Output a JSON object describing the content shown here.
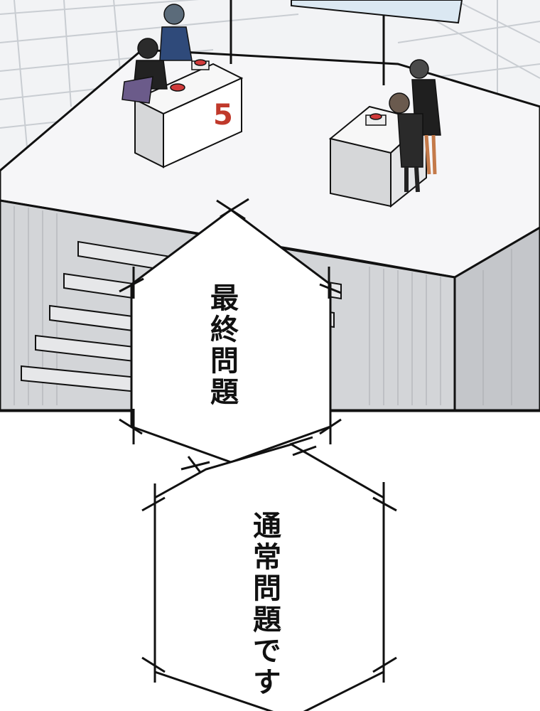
{
  "panel": {
    "podium_number": "5",
    "colors": {
      "floor": "#f2f3f5",
      "tile_line": "#c9cdd2",
      "stage_top": "#f4f4f6",
      "stage_side": "#cfd1d4",
      "outline": "#111111",
      "buzzer": "#d03a3a",
      "podium_number_color": "#c0392b"
    }
  },
  "captions": {
    "first": "最終問題",
    "second": "通常問題です"
  },
  "icons": {
    "speech_bubble_1": "hexagon-speech-bubble",
    "speech_bubble_2": "hexagon-speech-bubble"
  }
}
